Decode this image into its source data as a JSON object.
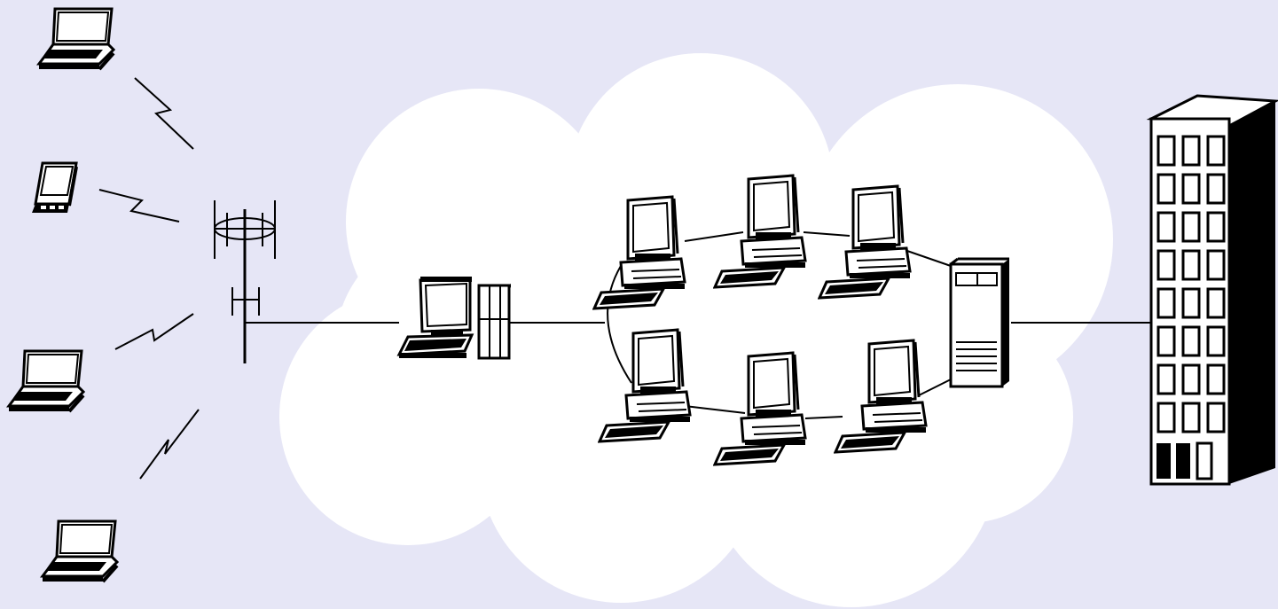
{
  "diagram": {
    "type": "network-topology",
    "colors": {
      "background": "#e6e6f6",
      "cloud": "#ffffff",
      "ink": "#000000"
    },
    "nodes": [
      {
        "id": "mobile-laptop-1",
        "kind": "laptop-icon"
      },
      {
        "id": "pda",
        "kind": "pda-icon"
      },
      {
        "id": "mobile-laptop-2",
        "kind": "laptop-icon"
      },
      {
        "id": "mobile-laptop-3",
        "kind": "laptop-icon"
      },
      {
        "id": "cell-tower",
        "kind": "antenna-tower-icon"
      },
      {
        "id": "gateway-pc",
        "kind": "desktop-computer-icon"
      },
      {
        "id": "ring-workstation-1",
        "kind": "workstation-icon"
      },
      {
        "id": "ring-workstation-2",
        "kind": "workstation-icon"
      },
      {
        "id": "ring-workstation-3",
        "kind": "workstation-icon"
      },
      {
        "id": "ring-workstation-4",
        "kind": "workstation-icon"
      },
      {
        "id": "ring-workstation-5",
        "kind": "workstation-icon"
      },
      {
        "id": "ring-workstation-6",
        "kind": "workstation-icon"
      },
      {
        "id": "server",
        "kind": "server-tower-icon"
      },
      {
        "id": "office-building",
        "kind": "building-icon"
      }
    ],
    "links": [
      {
        "from": "mobile-laptop-1",
        "to": "cell-tower",
        "kind": "wireless"
      },
      {
        "from": "pda",
        "to": "cell-tower",
        "kind": "wireless"
      },
      {
        "from": "mobile-laptop-2",
        "to": "cell-tower",
        "kind": "wireless"
      },
      {
        "from": "mobile-laptop-3",
        "to": "cell-tower",
        "kind": "wireless"
      },
      {
        "from": "cell-tower",
        "to": "gateway-pc",
        "kind": "wired"
      },
      {
        "from": "gateway-pc",
        "to": "ring-workstation-1",
        "kind": "wired"
      },
      {
        "from": "server",
        "to": "office-building",
        "kind": "wired"
      }
    ],
    "ring": {
      "kind": "token-ring",
      "members": [
        "ring-workstation-1",
        "ring-workstation-2",
        "ring-workstation-3",
        "server",
        "ring-workstation-6",
        "ring-workstation-5",
        "ring-workstation-4"
      ]
    }
  }
}
